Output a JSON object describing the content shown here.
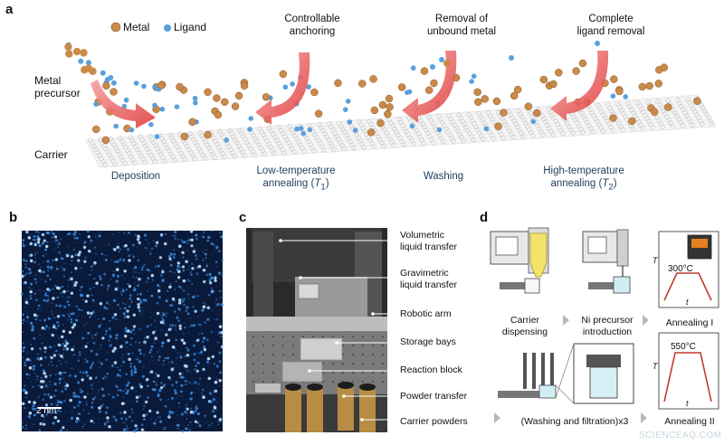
{
  "panel_a": {
    "letter": "a",
    "legend": {
      "metal": "Metal",
      "ligand": "Ligand"
    },
    "side_labels": {
      "precursor_line1": "Metal",
      "precursor_line2": "precursor",
      "carrier": "Carrier"
    },
    "top_captions": [
      {
        "line1": "Controllable",
        "line2": "anchoring"
      },
      {
        "line1": "Removal of",
        "line2": "unbound metal"
      },
      {
        "line1": "Complete",
        "line2": "ligand removal"
      }
    ],
    "stages": {
      "deposition": "Deposition",
      "low_temp_line1": "Low-temperature",
      "low_temp_line2_pre": "annealing (",
      "low_temp_var": "T",
      "low_temp_sub": "1",
      "low_temp_post": ")",
      "washing": "Washing",
      "high_temp_line1": "High-temperature",
      "high_temp_line2_pre": "annealing (",
      "high_temp_var": "T",
      "high_temp_sub": "2",
      "high_temp_post": ")"
    },
    "colors": {
      "metal": "#c98a4a",
      "ligand": "#5aa0dc",
      "arrow": "#e03a3a",
      "stage_text": "#1f3d5c"
    }
  },
  "panel_b": {
    "letter": "b",
    "scale_bar": "2 nm",
    "colors": {
      "background": "#0a1a3a",
      "atoms": "#3a8fe8"
    }
  },
  "panel_c": {
    "letter": "c",
    "labels": [
      {
        "line1": "Volumetric",
        "line2": "liquid transfer"
      },
      {
        "line1": "Gravimetric",
        "line2": "liquid transfer"
      },
      {
        "line1": "Robotic arm",
        "line2": ""
      },
      {
        "line1": "Storage bays",
        "line2": ""
      },
      {
        "line1": "Reaction block",
        "line2": ""
      },
      {
        "line1": "Powder transfer",
        "line2": ""
      },
      {
        "line1": "Carrier powders",
        "line2": ""
      }
    ]
  },
  "panel_d": {
    "letter": "d",
    "steps": {
      "carrier_line1": "Carrier",
      "carrier_line2": "dispensing",
      "ni_line1": "Ni precursor",
      "ni_line2": "introduction",
      "annealing1": "Annealing I",
      "washing": "(Washing and filtration)x3",
      "annealing2": "Annealing II"
    },
    "plots": [
      {
        "temperature_label": "300°C",
        "y_axis": "T",
        "x_axis": "t"
      },
      {
        "temperature_label": "550°C",
        "y_axis": "T",
        "x_axis": "t"
      }
    ],
    "colors": {
      "profile_line": "#c0392b",
      "arrow": "#b8b8b8"
    }
  },
  "watermark": "SCIENCEAQ.COM"
}
